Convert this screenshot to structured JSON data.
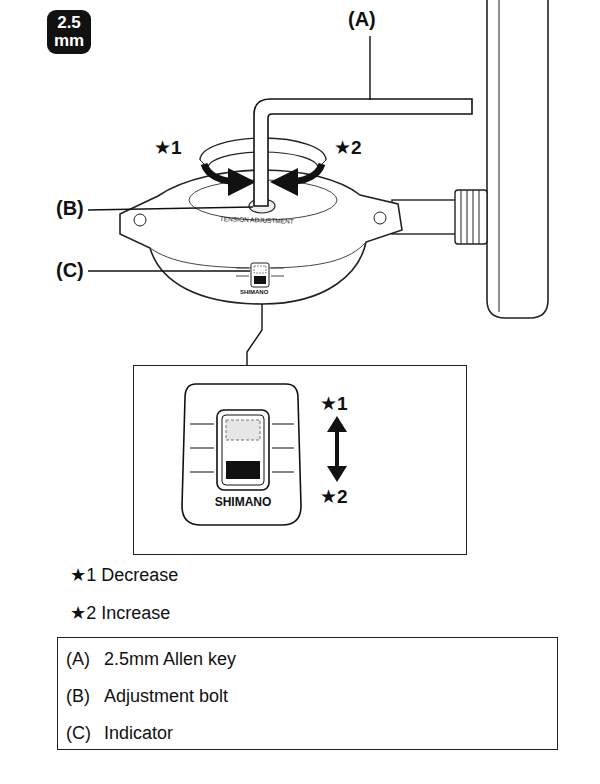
{
  "diagram": {
    "nodes": [
      {
        "text": [
          "2.5 mm"
        ]
      },
      {
        "text": [
          "★1",
          "SHIMANO",
          "★2"
        ]
      },
      {
        "text": [
          "(A)",
          "2.5mm Allen key",
          "(B)",
          "Adjustment bolt",
          "(C)",
          "Indicator"
        ]
      }
    ],
    "labels": [
      "(A)",
      "(B)",
      "(C)",
      "★1",
      "★2",
      "TENSION ADJUSTMENT",
      "SHIMANO",
      "★1 Decrease",
      "★2 Increase"
    ]
  }
}
